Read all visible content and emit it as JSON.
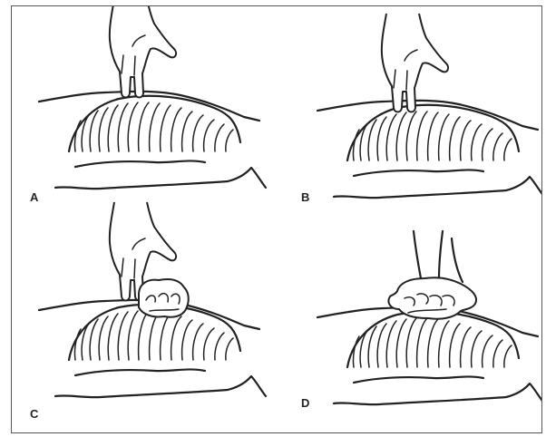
{
  "figure": {
    "panels": [
      {
        "label": "A",
        "technique": "two-fingers-on-sternum"
      },
      {
        "label": "B",
        "technique": "two-fingers-lower-sternum"
      },
      {
        "label": "C",
        "technique": "heel-of-hand-placement"
      },
      {
        "label": "D",
        "technique": "interlocked-hands-compression"
      }
    ]
  }
}
